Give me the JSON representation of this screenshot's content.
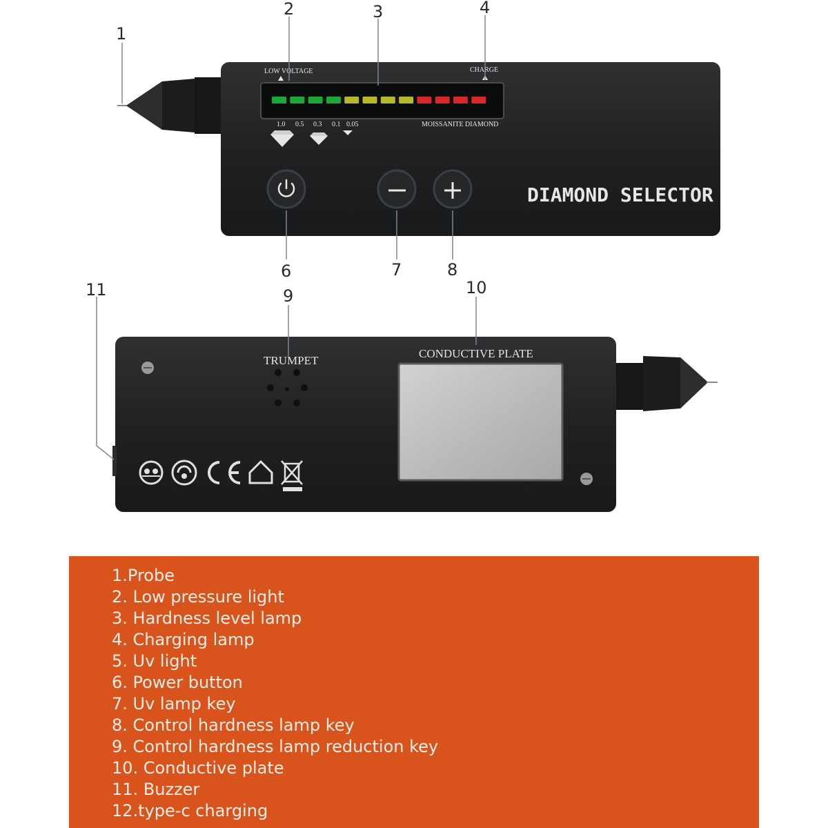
{
  "callouts": [
    "1",
    "2",
    "3",
    "4",
    "6",
    "7",
    "8",
    "9",
    "10",
    "11"
  ],
  "front": {
    "low_voltage": "LOW VOLTAGE",
    "charge": "CHARGE",
    "carat_labels": [
      "1.0",
      "0.5",
      "0.3",
      "0.1",
      "0.05"
    ],
    "moissanite": "MOISSANITE DIAMOND",
    "brand": "DIAMOND SELECTOR",
    "led_colors": [
      "#1fa83a",
      "#1fa83a",
      "#1fa83a",
      "#1fa83a",
      "#b7b82a",
      "#b7b82a",
      "#b7b82a",
      "#b7b82a",
      "#d62828",
      "#d62828",
      "#d62828",
      "#d62828"
    ]
  },
  "back": {
    "trumpet": "TRUMPET",
    "conductive_plate": "CONDUCTIVE PLATE"
  },
  "legend": {
    "items": [
      "1.Probe",
      "2. Low pressure light",
      "3. Hardness level lamp",
      "4. Charging lamp",
      "5. Uv light",
      "6. Power button",
      "7. Uv lamp key",
      "8. Control hardness lamp key",
      "9. Control hardness lamp reduction key",
      "10. Conductive plate",
      "11. Buzzer",
      "12.type-c charging"
    ],
    "background": "#d8541c"
  }
}
